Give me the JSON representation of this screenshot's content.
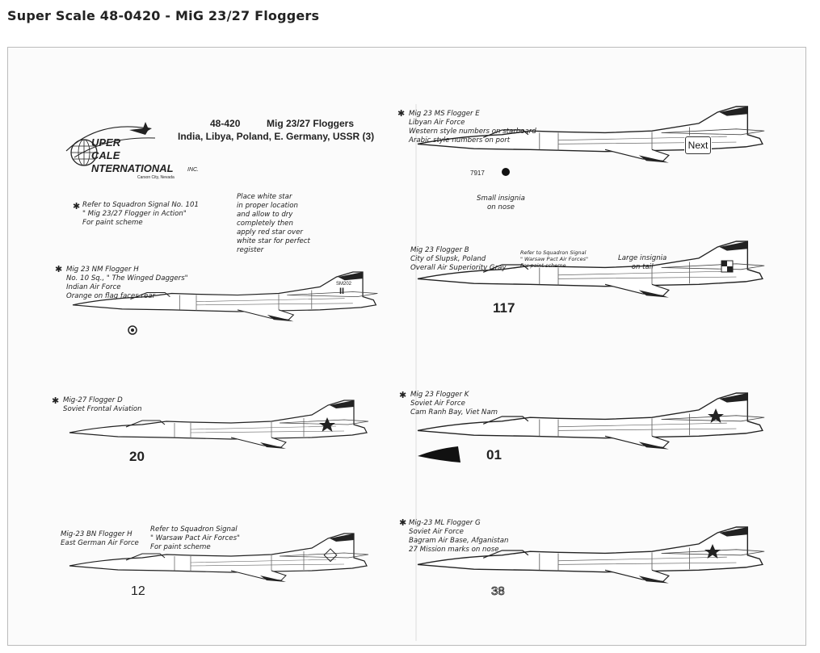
{
  "page": {
    "title": "Super Scale 48-0420 - MiG 23/27 Floggers"
  },
  "viewer": {
    "next_label": "Next"
  },
  "sheet": {
    "code": "48-420",
    "name": "Mig 23/27 Floggers",
    "countries": "India, Libya, Poland, E. Germany, USSR (3)",
    "logo": {
      "line1": "UPER",
      "line2": "CALE",
      "line3": "NTERNATIONAL",
      "inc": "INC.",
      "city": "Carson City, Nevada"
    },
    "note_refer": "Refer to Squadron Signal No. 101\n\" Mig 23/27 Flogger in Action\"\nFor paint scheme",
    "note_star": "Place white star\nin proper location\nand allow to dry\ncompletely then\napply red star over\nwhite star for perfect\nregister",
    "aircraft": [
      {
        "caption": "Mig 23 NM Flogger H\nNo. 10 Sq., \" The Winged Daggers\"\nIndian Air Force\nOrange on flag faces rear",
        "number": "",
        "tail": "SM202 II"
      },
      {
        "caption": "Mig-27 Flogger D\nSoviet Frontal Aviation",
        "number": "20"
      },
      {
        "caption": "Mig-23 BN Flogger H\nEast German Air Force",
        "number": "12"
      },
      {
        "caption": "Mig 23 MS Flogger E\nLibyan Air Force\nWestern style numbers on starboard\nArabic style numbers on port",
        "number": "7917",
        "note": "Small insignia\non nose"
      },
      {
        "caption": "Mig 23 Flogger B\nCity of Slupsk, Poland\nOverall Air Superiority Gray",
        "number": "117",
        "note": "Large insignia\non tail"
      },
      {
        "caption": "Mig 23 Flogger K\nSoviet Air Force\nCam Ranh Bay, Viet Nam",
        "number": "01"
      },
      {
        "caption": "Mig-23 ML Flogger G\nSoviet Air Force\nBagram Air Base, Afganistan\n27 Mission marks on nose",
        "number": "38"
      }
    ],
    "refer_warsaw": "Refer to Squadron Signal\n\" Warsaw Pact Air Forces\"\nFor paint scheme",
    "refer_warsaw_small": "Refer to Squadron Signal\n\" Warsaw Pact Air Forces\"\nFor paint scheme"
  }
}
